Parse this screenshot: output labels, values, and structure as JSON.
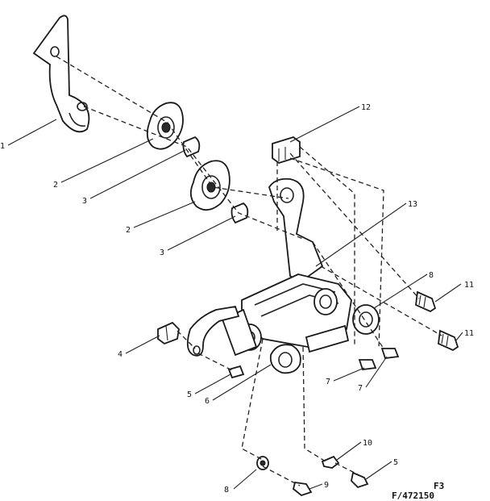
{
  "callouts": [
    {
      "text": "1"
    },
    {
      "text": "2"
    },
    {
      "text": "3"
    },
    {
      "text": "2"
    },
    {
      "text": "3"
    },
    {
      "text": "12"
    },
    {
      "text": "13"
    },
    {
      "text": "8"
    },
    {
      "text": "11"
    },
    {
      "text": "11"
    },
    {
      "text": "4"
    },
    {
      "text": "5"
    },
    {
      "text": "6"
    },
    {
      "text": "7"
    },
    {
      "text": "7"
    },
    {
      "text": "10"
    },
    {
      "text": "5"
    },
    {
      "text": "8"
    },
    {
      "text": "9"
    }
  ],
  "figure_code": {
    "line1": "F3",
    "line2": "F/472150"
  }
}
